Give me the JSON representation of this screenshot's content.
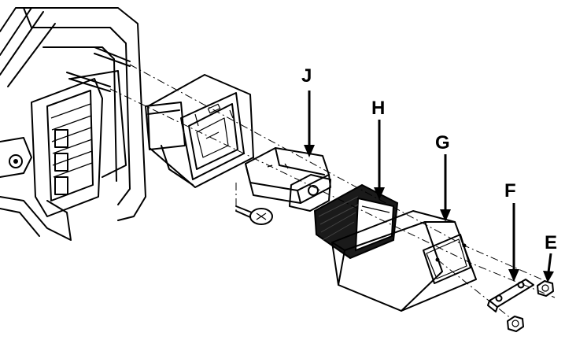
{
  "labels": {
    "J": "J",
    "H": "H",
    "G": "G",
    "F": "F",
    "E": "E"
  },
  "colors": {
    "ink": "#000000",
    "background": "#ffffff"
  }
}
